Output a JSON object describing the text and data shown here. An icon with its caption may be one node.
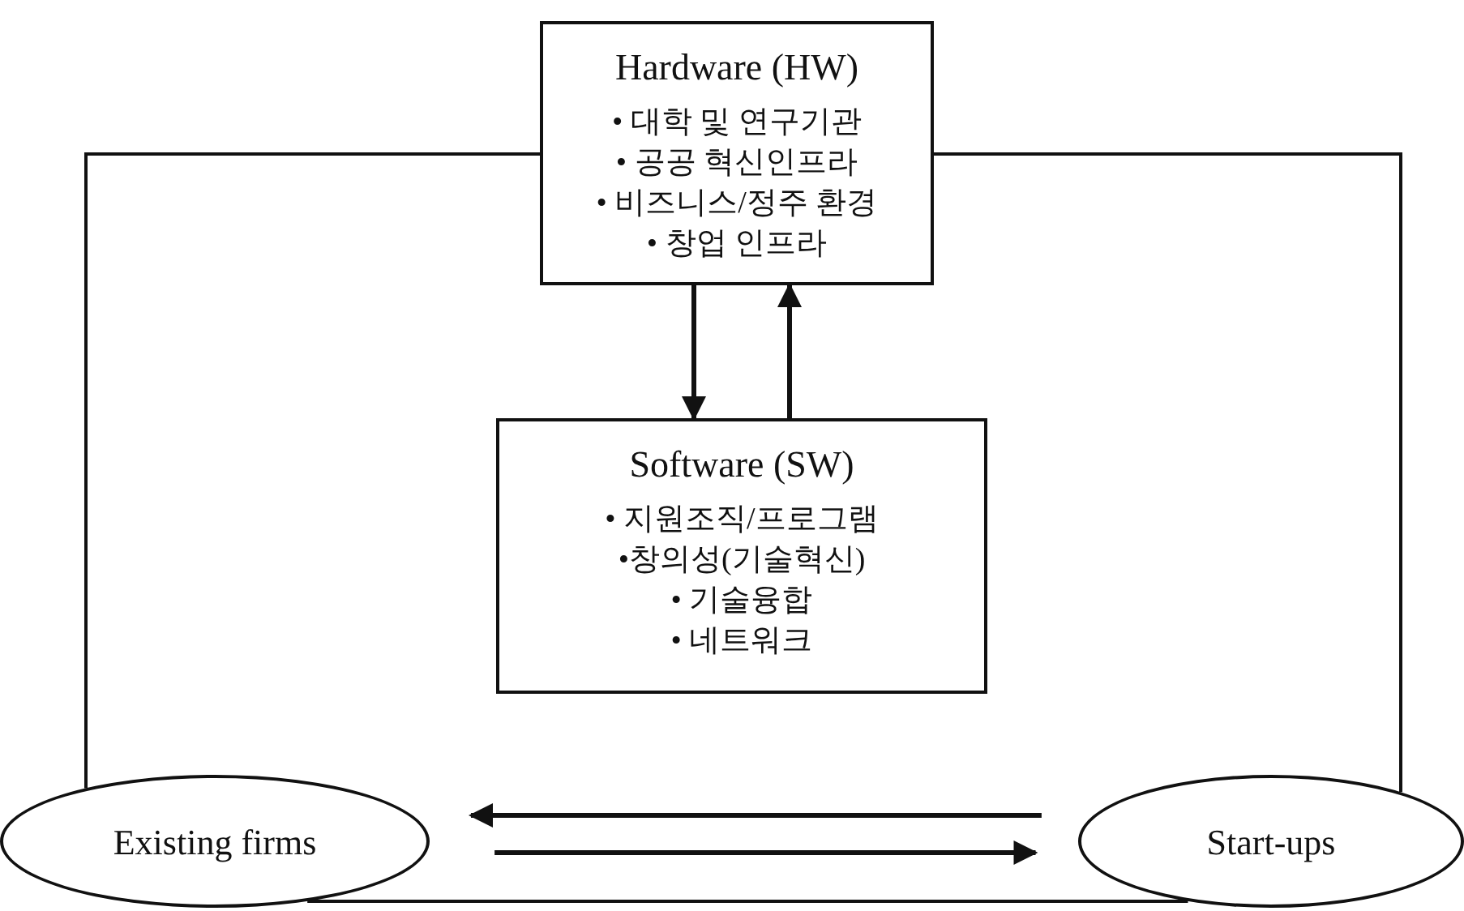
{
  "diagram": {
    "nodes": [
      {
        "text": [
          "Hardware (HW)",
          "• 대학 및 연구기관",
          "• 공공 혁신인프라",
          "• 비즈니스/정주 환경",
          "• 창업 인프라"
        ]
      },
      {
        "text": [
          "Software (SW)",
          "• 지원조직/프로그램",
          "•창의성(기술혁신)",
          "• 기술융합",
          "• 네트워크"
        ]
      },
      {
        "text": [
          "Existing firms"
        ]
      },
      {
        "text": [
          "Start-ups"
        ]
      }
    ],
    "edges": [
      {
        "from": 0,
        "to": 1,
        "arrow": "to"
      },
      {
        "from": 1,
        "to": 0,
        "arrow": "to"
      },
      {
        "from": 0,
        "to": 2,
        "arrow": "none"
      },
      {
        "from": 0,
        "to": 3,
        "arrow": "none"
      },
      {
        "from": 3,
        "to": 2,
        "arrow": "to"
      },
      {
        "from": 2,
        "to": 3,
        "arrow": "to"
      },
      {
        "from": 2,
        "to": 3,
        "arrow": "none"
      }
    ]
  }
}
